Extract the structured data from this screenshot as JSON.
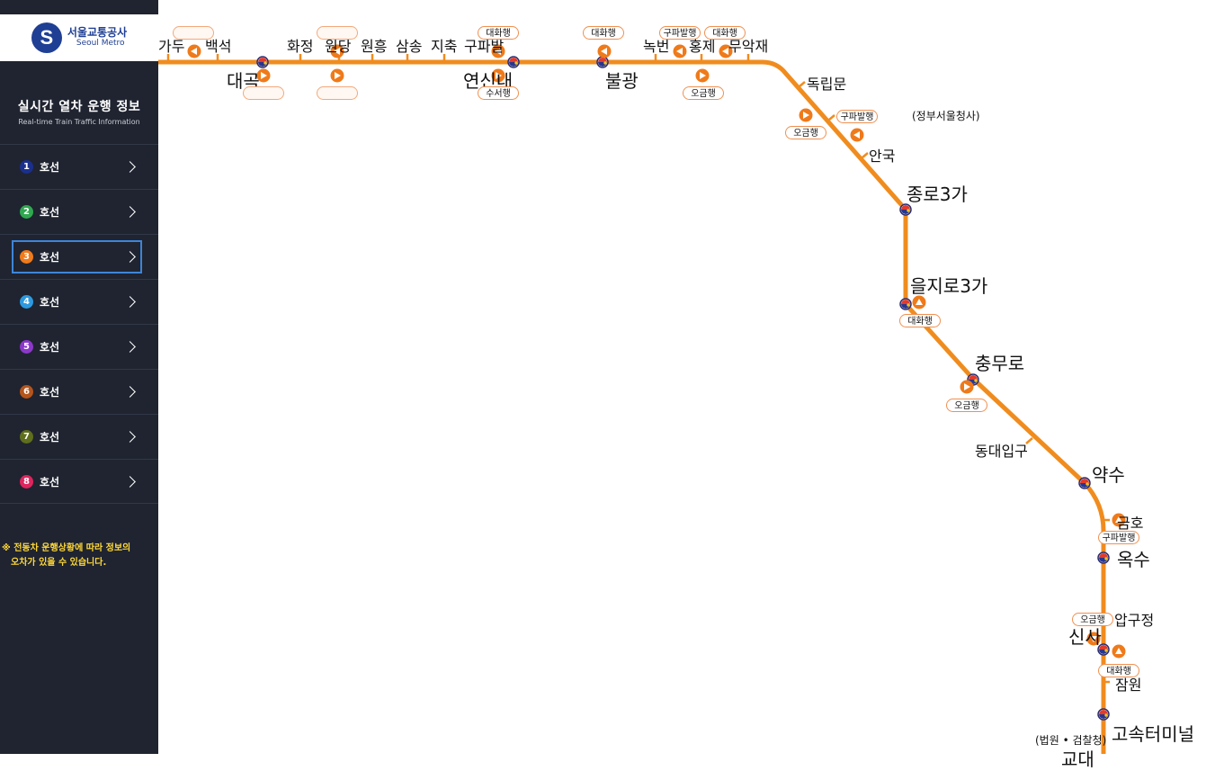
{
  "sidebar": {
    "logo": {
      "korean": "서울교통공사",
      "english": "Seoul Metro"
    },
    "title": "실시간 열차 운행 정보",
    "subtitle": "Real-time Train Traffic Information",
    "lines": [
      {
        "number": "1",
        "label": "호선",
        "color": "#1b2f8c",
        "selected": false
      },
      {
        "number": "2",
        "label": "호선",
        "color": "#2fa84f",
        "selected": false
      },
      {
        "number": "3",
        "label": "호선",
        "color": "#f07a1a",
        "selected": true
      },
      {
        "number": "4",
        "label": "호선",
        "color": "#2d9ae0",
        "selected": false
      },
      {
        "number": "5",
        "label": "호선",
        "color": "#8b38c9",
        "selected": false
      },
      {
        "number": "6",
        "label": "호선",
        "color": "#b5541b",
        "selected": false
      },
      {
        "number": "7",
        "label": "호선",
        "color": "#5f6e1c",
        "selected": false
      },
      {
        "number": "8",
        "label": "호선",
        "color": "#e0245e",
        "selected": false
      }
    ],
    "notice_line1": "※ 전동차 운행상황에 따라 정보의",
    "notice_line2": "오차가 있을 수 있습니다.",
    "chevron_icon": "chevron-right-icon"
  },
  "map": {
    "line_color": "#f08c1e",
    "stations": [
      {
        "id": "jichuk_prev",
        "name": "가두"
      },
      {
        "id": "baekseok",
        "name": "백석"
      },
      {
        "id": "daegok",
        "name": "대곡"
      },
      {
        "id": "hwajeong",
        "name": "화정"
      },
      {
        "id": "wondang",
        "name": "원당"
      },
      {
        "id": "wonheung",
        "name": "원흥"
      },
      {
        "id": "samsong",
        "name": "삼송"
      },
      {
        "id": "jichuk",
        "name": "지축"
      },
      {
        "id": "gupabal",
        "name": "구파발"
      },
      {
        "id": "yeonsinnae",
        "name": "연신내"
      },
      {
        "id": "bulgwang",
        "name": "불광"
      },
      {
        "id": "nokbeon",
        "name": "녹번"
      },
      {
        "id": "hongje",
        "name": "홍제"
      },
      {
        "id": "muakjae",
        "name": "무악재"
      },
      {
        "id": "dongnimmun",
        "name": "독립문"
      },
      {
        "id": "gyeongbokgung",
        "name": "(정부서울청사)"
      },
      {
        "id": "anguk",
        "name": "안국"
      },
      {
        "id": "jongno3ga",
        "name": "종로3가"
      },
      {
        "id": "euljiro3ga",
        "name": "을지로3가"
      },
      {
        "id": "chungmuro",
        "name": "충무로"
      },
      {
        "id": "dongguk",
        "name": "동대입구"
      },
      {
        "id": "yaksu",
        "name": "약수"
      },
      {
        "id": "geumho",
        "name": "금호"
      },
      {
        "id": "oksu",
        "name": "옥수"
      },
      {
        "id": "apgujeong",
        "name": "압구정"
      },
      {
        "id": "sinsa",
        "name": "신사"
      },
      {
        "id": "jamwon",
        "name": "잠원"
      },
      {
        "id": "express_bus",
        "name": "고속터미널"
      },
      {
        "id": "seocho_annot",
        "name": "(법원 • 검찰청)"
      },
      {
        "id": "gyodae",
        "name": "교대"
      }
    ],
    "trains": [
      {
        "id": "t1",
        "dest": ""
      },
      {
        "id": "t2",
        "dest": ""
      },
      {
        "id": "t3",
        "dest": ""
      },
      {
        "id": "t4",
        "dest": ""
      },
      {
        "id": "t5",
        "dest": ""
      },
      {
        "id": "t6",
        "dest": "대화행"
      },
      {
        "id": "t7",
        "dest": "수서행"
      },
      {
        "id": "t8",
        "dest": "대화행"
      },
      {
        "id": "t9",
        "dest": "구파발행"
      },
      {
        "id": "t10",
        "dest": "대화행"
      },
      {
        "id": "t11",
        "dest": "오금행"
      },
      {
        "id": "t12",
        "dest": "오금행"
      },
      {
        "id": "t13",
        "dest": "구파발행"
      },
      {
        "id": "t14",
        "dest": "대화행"
      },
      {
        "id": "t15",
        "dest": "오금행"
      },
      {
        "id": "t16",
        "dest": "구파발행"
      },
      {
        "id": "t17",
        "dest": "오금행"
      },
      {
        "id": "t18",
        "dest": "대화행"
      }
    ]
  }
}
